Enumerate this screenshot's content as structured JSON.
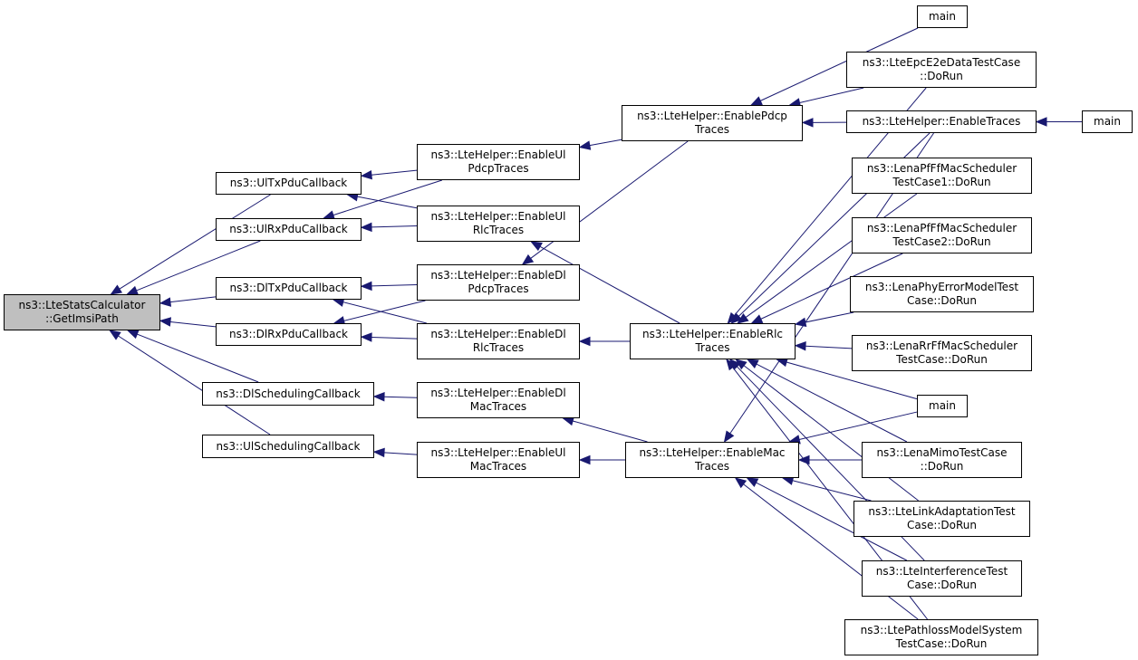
{
  "colors": {
    "edge": "#191970",
    "root_fill": "#bfbfbf",
    "node_fill": "#ffffff",
    "border": "#000000"
  },
  "nodes": {
    "root": [
      "ns3::LteStatsCalculator",
      "::GetImsiPath"
    ],
    "ultx": [
      "ns3::UlTxPduCallback"
    ],
    "ulrx": [
      "ns3::UlRxPduCallback"
    ],
    "dltx": [
      "ns3::DlTxPduCallback"
    ],
    "dlrx": [
      "ns3::DlRxPduCallback"
    ],
    "dlsched": [
      "ns3::DlSchedulingCallback"
    ],
    "ulsched": [
      "ns3::UlSchedulingCallback"
    ],
    "ulpdcp": [
      "ns3::LteHelper::EnableUl",
      "PdcpTraces"
    ],
    "ulrlc": [
      "ns3::LteHelper::EnableUl",
      "RlcTraces"
    ],
    "dlpdcp": [
      "ns3::LteHelper::EnableDl",
      "PdcpTraces"
    ],
    "dlrlc": [
      "ns3::LteHelper::EnableDl",
      "RlcTraces"
    ],
    "dlmac": [
      "ns3::LteHelper::EnableDl",
      "MacTraces"
    ],
    "ulmac": [
      "ns3::LteHelper::EnableUl",
      "MacTraces"
    ],
    "pdcp": [
      "ns3::LteHelper::EnablePdcp",
      "Traces"
    ],
    "rlc": [
      "ns3::LteHelper::EnableRlc",
      "Traces"
    ],
    "mac": [
      "ns3::LteHelper::EnableMac",
      "Traces"
    ],
    "main1": [
      "main"
    ],
    "epc": [
      "ns3::LteEpcE2eDataTestCase",
      "::DoRun"
    ],
    "traces": [
      "ns3::LteHelper::EnableTraces"
    ],
    "main2": [
      "main"
    ],
    "pf1": [
      "ns3::LenaPfFfMacScheduler",
      "TestCase1::DoRun"
    ],
    "pf2": [
      "ns3::LenaPfFfMacScheduler",
      "TestCase2::DoRun"
    ],
    "phy": [
      "ns3::LenaPhyErrorModelTest",
      "Case::DoRun"
    ],
    "rr": [
      "ns3::LenaRrFfMacScheduler",
      "TestCase::DoRun"
    ],
    "main3": [
      "main"
    ],
    "mimo": [
      "ns3::LenaMimoTestCase",
      "::DoRun"
    ],
    "link": [
      "ns3::LteLinkAdaptationTest",
      "Case::DoRun"
    ],
    "interf": [
      "ns3::LteInterferenceTest",
      "Case::DoRun"
    ],
    "path": [
      "ns3::LtePathlossModelSystem",
      "TestCase::DoRun"
    ]
  },
  "edges": [
    [
      "ultx",
      "root"
    ],
    [
      "ulrx",
      "root"
    ],
    [
      "dltx",
      "root"
    ],
    [
      "dlrx",
      "root"
    ],
    [
      "dlsched",
      "root"
    ],
    [
      "ulsched",
      "root"
    ],
    [
      "ulpdcp",
      "ultx"
    ],
    [
      "ulrlc",
      "ultx"
    ],
    [
      "ulpdcp",
      "ulrx"
    ],
    [
      "ulrlc",
      "ulrx"
    ],
    [
      "dlpdcp",
      "dltx"
    ],
    [
      "dlrlc",
      "dltx"
    ],
    [
      "dlpdcp",
      "dlrx"
    ],
    [
      "dlrlc",
      "dlrx"
    ],
    [
      "dlmac",
      "dlsched"
    ],
    [
      "ulmac",
      "ulsched"
    ],
    [
      "pdcp",
      "ulpdcp"
    ],
    [
      "pdcp",
      "dlpdcp"
    ],
    [
      "rlc",
      "ulrlc"
    ],
    [
      "rlc",
      "dlrlc"
    ],
    [
      "mac",
      "dlmac"
    ],
    [
      "mac",
      "ulmac"
    ],
    [
      "main1",
      "pdcp"
    ],
    [
      "epc",
      "pdcp"
    ],
    [
      "traces",
      "pdcp"
    ],
    [
      "epc",
      "rlc"
    ],
    [
      "traces",
      "rlc"
    ],
    [
      "pf1",
      "rlc"
    ],
    [
      "pf2",
      "rlc"
    ],
    [
      "phy",
      "rlc"
    ],
    [
      "rr",
      "rlc"
    ],
    [
      "main3",
      "rlc"
    ],
    [
      "mimo",
      "rlc"
    ],
    [
      "link",
      "rlc"
    ],
    [
      "interf",
      "rlc"
    ],
    [
      "path",
      "rlc"
    ],
    [
      "traces",
      "mac"
    ],
    [
      "main3",
      "mac"
    ],
    [
      "mimo",
      "mac"
    ],
    [
      "link",
      "mac"
    ],
    [
      "interf",
      "mac"
    ],
    [
      "path",
      "mac"
    ],
    [
      "main2",
      "traces"
    ]
  ]
}
